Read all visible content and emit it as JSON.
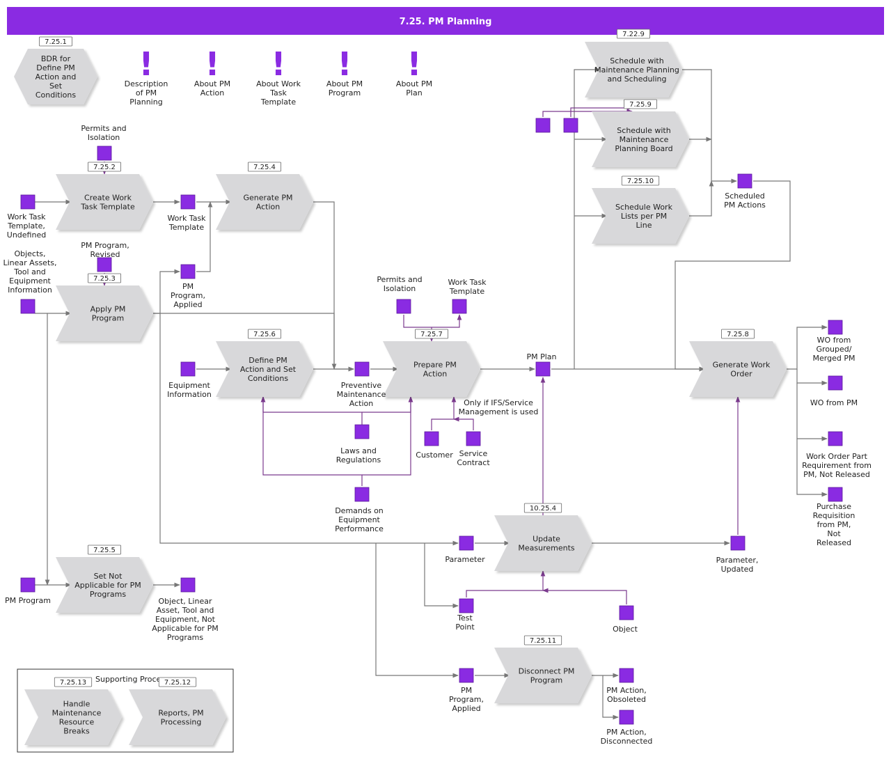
{
  "title": "7.25. PM Planning",
  "colors": {
    "header": "#8a2be2",
    "artifact": "#8a2be2",
    "process_fill": "#d9d9db",
    "flow": "#777777",
    "control_flow": "#7b3a8e"
  },
  "processes": [
    {
      "id": "p1",
      "badge": "7.25.1",
      "lines": [
        "BDR for",
        "Define PM",
        "Action and",
        "Set",
        "Conditions"
      ],
      "name": "bdr-define-pm-action-process"
    },
    {
      "id": "p2",
      "badge": "7.25.2",
      "lines": [
        "Create Work",
        "Task Template"
      ],
      "name": "create-work-task-template-process"
    },
    {
      "id": "p3",
      "badge": "7.25.4",
      "lines": [
        "Generate PM",
        "Action"
      ],
      "name": "generate-pm-action-process"
    },
    {
      "id": "p4",
      "badge": "7.25.3",
      "lines": [
        "Apply PM",
        "Program"
      ],
      "name": "apply-pm-program-process"
    },
    {
      "id": "p5",
      "badge": "7.25.6",
      "lines": [
        "Define PM",
        "Action and Set",
        "Conditions"
      ],
      "name": "define-pm-action-process"
    },
    {
      "id": "p6",
      "badge": "7.25.7",
      "lines": [
        "Prepare PM",
        "Action"
      ],
      "name": "prepare-pm-action-process"
    },
    {
      "id": "p7",
      "badge": "7.22.9",
      "lines": [
        "Schedule with",
        "Maintenance Planning",
        "and Scheduling"
      ],
      "name": "schedule-maintenance-planning-process"
    },
    {
      "id": "p8",
      "badge": "7.25.9",
      "lines": [
        "Schedule with",
        "Maintenance",
        "Planning Board"
      ],
      "name": "schedule-planning-board-process"
    },
    {
      "id": "p9",
      "badge": "7.25.10",
      "lines": [
        "Schedule Work",
        "Lists per PM",
        "Line"
      ],
      "name": "schedule-work-lists-process"
    },
    {
      "id": "p10",
      "badge": "7.25.8",
      "lines": [
        "Generate Work",
        "Order"
      ],
      "name": "generate-work-order-process"
    },
    {
      "id": "p11",
      "badge": "10.25.4",
      "lines": [
        "Update",
        "Measurements"
      ],
      "name": "update-measurements-process"
    },
    {
      "id": "p12",
      "badge": "7.25.5",
      "lines": [
        "Set Not",
        "Applicable for PM",
        "Programs"
      ],
      "name": "set-not-applicable-process"
    },
    {
      "id": "p13",
      "badge": "7.25.11",
      "lines": [
        "Disconnect PM",
        "Program"
      ],
      "name": "disconnect-pm-program-process"
    },
    {
      "id": "p14",
      "badge": "7.25.13",
      "lines": [
        "Handle",
        "Maintenance",
        "Resource",
        "Breaks"
      ],
      "name": "handle-resource-breaks-process"
    },
    {
      "id": "p15",
      "badge": "7.25.12",
      "lines": [
        "Reports, PM",
        "Processing"
      ],
      "name": "reports-pm-processing-process"
    }
  ],
  "descriptions": [
    {
      "lines": [
        "Description",
        "of PM",
        "Planning"
      ]
    },
    {
      "lines": [
        "About PM",
        "Action"
      ]
    },
    {
      "lines": [
        "About Work",
        "Task",
        "Template"
      ]
    },
    {
      "lines": [
        "About PM",
        "Program"
      ]
    },
    {
      "lines": [
        "About PM",
        "Plan"
      ]
    }
  ],
  "artifacts": [
    {
      "id": "a1",
      "lines": [
        "Permits and",
        "Isolation"
      ]
    },
    {
      "id": "a2",
      "lines": [
        "Work Task",
        "Template,",
        "Undefined"
      ]
    },
    {
      "id": "a3",
      "lines": [
        "Work Task",
        "Template"
      ]
    },
    {
      "id": "a4",
      "lines": [
        "PM Program,",
        "Revised"
      ]
    },
    {
      "id": "a5",
      "lines": [
        "Objects,",
        "Linear Assets,",
        "Tool and",
        "Equipment",
        "Information"
      ]
    },
    {
      "id": "a6",
      "lines": [
        "PM",
        "Program,",
        "Applied"
      ]
    },
    {
      "id": "a7",
      "lines": [
        "Equipment",
        "Information"
      ]
    },
    {
      "id": "a8",
      "lines": [
        "Preventive",
        "Maintenance",
        "Action"
      ]
    },
    {
      "id": "a9",
      "lines": [
        "Permits and",
        "Isolation"
      ]
    },
    {
      "id": "a10",
      "lines": [
        "Work Task",
        "Template"
      ]
    },
    {
      "id": "a11",
      "lines": [
        "Laws and",
        "Regulations"
      ]
    },
    {
      "id": "a12",
      "lines": [
        "Demands on",
        "Equipment",
        "Performance"
      ]
    },
    {
      "id": "a13",
      "lines": [
        "Customer"
      ]
    },
    {
      "id": "a14",
      "lines": [
        "Service",
        "Contract"
      ]
    },
    {
      "id": "a15",
      "lines": [
        "PM Plan"
      ]
    },
    {
      "id": "a16",
      "lines": [
        "Scheduled",
        "PM Actions"
      ]
    },
    {
      "id": "a17",
      "lines": [
        "WO from",
        "Grouped/",
        "Merged PM"
      ]
    },
    {
      "id": "a18",
      "lines": [
        "WO from PM"
      ]
    },
    {
      "id": "a19",
      "lines": [
        "Work Order Part",
        "Requirement from",
        "PM, Not Released"
      ]
    },
    {
      "id": "a20",
      "lines": [
        "Purchase",
        "Requisition",
        "from PM,",
        "Not",
        "Released"
      ]
    },
    {
      "id": "a21",
      "lines": [
        "Parameter"
      ]
    },
    {
      "id": "a22",
      "lines": [
        "Parameter,",
        "Updated"
      ]
    },
    {
      "id": "a23",
      "lines": [
        "Test",
        "Point"
      ]
    },
    {
      "id": "a24",
      "lines": [
        "Object"
      ]
    },
    {
      "id": "a25",
      "lines": [
        "PM Program"
      ]
    },
    {
      "id": "a26",
      "lines": [
        "Object, Linear",
        "Asset, Tool and",
        "Equipment, Not",
        "Applicable for PM",
        "Programs"
      ]
    },
    {
      "id": "a27",
      "lines": [
        "PM",
        "Program,",
        "Applied"
      ]
    },
    {
      "id": "a28",
      "lines": [
        "PM Action,",
        "Obsoleted"
      ]
    },
    {
      "id": "a29",
      "lines": [
        "PM Action,",
        "Disconnected"
      ]
    },
    {
      "id": "a30",
      "lines": []
    },
    {
      "id": "a31",
      "lines": []
    }
  ],
  "annotations": {
    "ifs_note": [
      "Only if IFS/Service",
      "Management is used"
    ],
    "supporting_processes": "Supporting Proce"
  }
}
